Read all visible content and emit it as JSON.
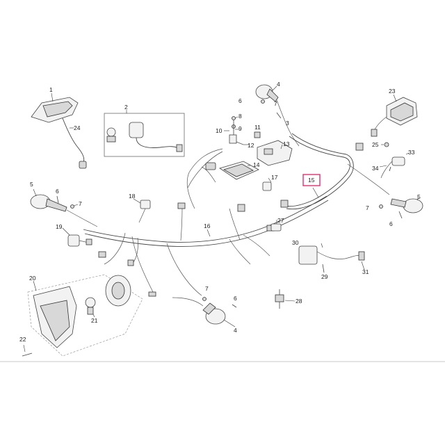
{
  "callouts": [
    {
      "id": "c1",
      "text": "1"
    },
    {
      "id": "c2",
      "text": "2"
    },
    {
      "id": "c3",
      "text": "3"
    },
    {
      "id": "c4a",
      "text": "4"
    },
    {
      "id": "c4b",
      "text": "4"
    },
    {
      "id": "c5a",
      "text": "5"
    },
    {
      "id": "c5b",
      "text": "5"
    },
    {
      "id": "c6a",
      "text": "6"
    },
    {
      "id": "c6b",
      "text": "6"
    },
    {
      "id": "c6c",
      "text": "6"
    },
    {
      "id": "c6d",
      "text": "6"
    },
    {
      "id": "c7a",
      "text": "7"
    },
    {
      "id": "c7b",
      "text": "7"
    },
    {
      "id": "c7c",
      "text": "7"
    },
    {
      "id": "c7d",
      "text": "7"
    },
    {
      "id": "c8",
      "text": "8"
    },
    {
      "id": "c9",
      "text": "9"
    },
    {
      "id": "c10",
      "text": "10"
    },
    {
      "id": "c11",
      "text": "11"
    },
    {
      "id": "c12",
      "text": "12"
    },
    {
      "id": "c13",
      "text": "13"
    },
    {
      "id": "c14",
      "text": "14"
    },
    {
      "id": "c15",
      "text": "15"
    },
    {
      "id": "c16",
      "text": "16"
    },
    {
      "id": "c17",
      "text": "17"
    },
    {
      "id": "c18",
      "text": "18"
    },
    {
      "id": "c19",
      "text": "19"
    },
    {
      "id": "c20",
      "text": "20"
    },
    {
      "id": "c21",
      "text": "21"
    },
    {
      "id": "c22",
      "text": "22"
    },
    {
      "id": "c23",
      "text": "23"
    },
    {
      "id": "c24",
      "text": "24"
    },
    {
      "id": "c25",
      "text": "25"
    },
    {
      "id": "c27",
      "text": "27"
    },
    {
      "id": "c28",
      "text": "28"
    },
    {
      "id": "c29",
      "text": "29"
    },
    {
      "id": "c30",
      "text": "30"
    },
    {
      "id": "c31",
      "text": "31"
    },
    {
      "id": "c33",
      "text": "33"
    },
    {
      "id": "c34",
      "text": "34"
    }
  ],
  "highlight": {
    "callout": "15",
    "color": "#e0306a"
  },
  "colors": {
    "line": "#444444",
    "background": "#ffffff",
    "separator": "#c8c8c8"
  }
}
